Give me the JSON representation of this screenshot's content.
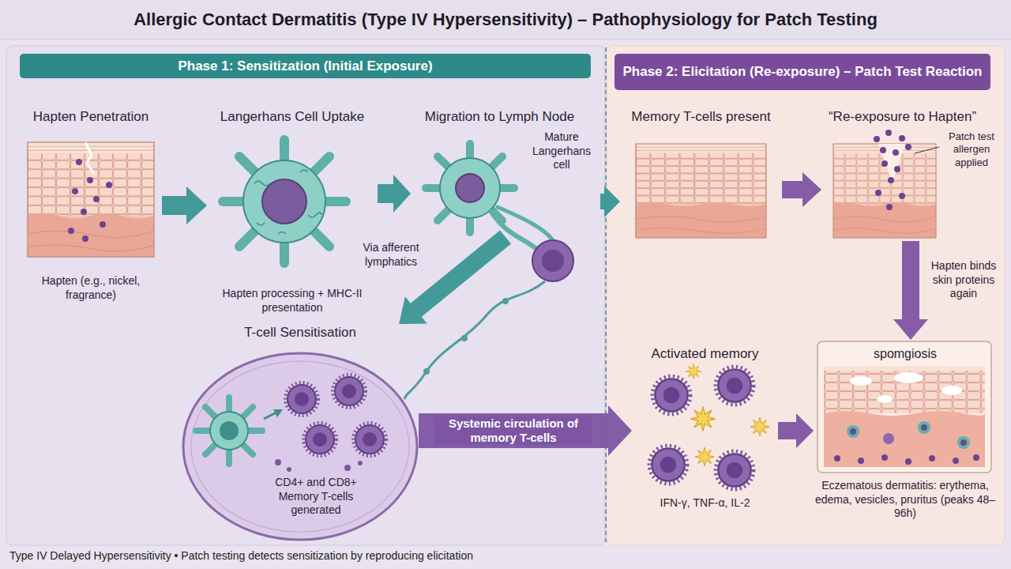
{
  "diagram": {
    "title": "Allergic Contact Dermatitis (Type IV Hypersensitivity) – Pathophysiology for Patch Testing",
    "caption": "Type IV Delayed Hypersensitivity • Patch testing detects sensitization by reproducing elicitation",
    "nodes": [
      {
        "text": [
          "Phase 1: Sensitization (Initial Exposure)"
        ]
      },
      {
        "text": [
          "Phase 2: Elicitation (Re-exposure) – Patch Test Reaction"
        ]
      },
      {
        "text": [
          "Hapten Penetration",
          "Hapten (e.g., nickel, fragrance)"
        ],
        "in": 0
      },
      {
        "text": [
          "Langerhans Cell Uptake",
          "Hapten processing + MHC-II presentation"
        ],
        "in": 0
      },
      {
        "text": [
          "Migration to Lymph Node",
          "Mature Langerhans cell"
        ],
        "in": 0
      },
      {
        "text": [
          "T-cell Sensitisation",
          "CD4+ and CD8+ Memory T-cells generated"
        ],
        "in": 0
      },
      {
        "text": [
          "Memory T-cells present"
        ],
        "in": 1
      },
      {
        "text": [
          "“Re-exposure to Hapten”",
          "Patch test allergen applied"
        ],
        "in": 1
      },
      {
        "text": [
          "Activated memory",
          "IFN-γ, TNF-α, IL-2"
        ],
        "in": 1
      },
      {
        "text": [
          "spomgiosis",
          "Eczematous dermatitis: erythema, edema, vesicles, pruritus (peaks 48–96h)"
        ],
        "in": 1
      }
    ],
    "edges": [
      {
        "from": 2,
        "to": 3,
        "arrow": "to"
      },
      {
        "from": 3,
        "to": 4,
        "arrow": "to"
      },
      {
        "from": 4,
        "to": 5,
        "arrow": "to"
      },
      {
        "from": 4,
        "to": 6,
        "arrow": "to"
      },
      {
        "from": 5,
        "to": 8,
        "label": "Systemic circulation of memory T-cells",
        "arrow": "to"
      },
      {
        "from": 6,
        "to": 7,
        "arrow": "to"
      },
      {
        "from": 7,
        "to": 9,
        "label": "Hapten binds skin proteins again",
        "arrow": "to"
      },
      {
        "from": 8,
        "to": 9,
        "arrow": "to"
      }
    ],
    "labels": [
      "Via afferent lymphatics"
    ]
  }
}
